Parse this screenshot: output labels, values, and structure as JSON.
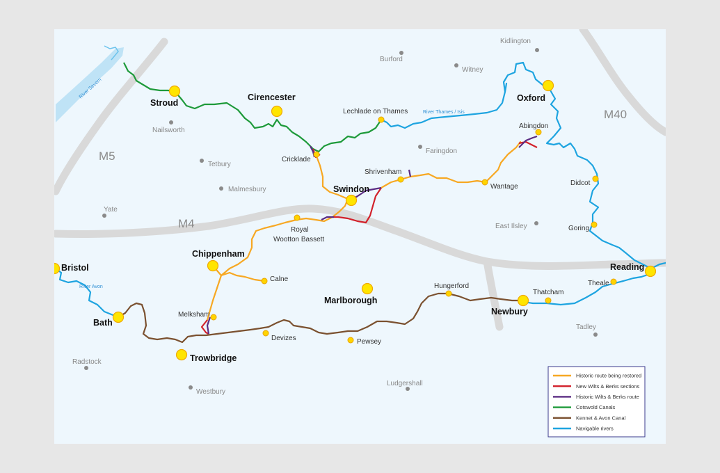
{
  "colors": {
    "historic_restored": "#f7a823",
    "new_wilts_berks": "#d2212b",
    "historic_wilts_berks": "#5b2c83",
    "cotswold": "#1e9a3a",
    "kennet_avon": "#7b5130",
    "rivers": "#1ea4e0",
    "motorways": "#d9d9d9",
    "town_major_fill": "#ffe500",
    "town_major_stroke": "#f0a800",
    "grey_dot": "#8a8a8a",
    "severn_fill": "#bfe3f6"
  },
  "motorways": {
    "m5": "M5",
    "m4": "M4",
    "m40": "M40"
  },
  "rivers": {
    "severn": "River Severn",
    "thames": "River Thames / Isis",
    "avon": "River Avon"
  },
  "major_towns": {
    "stroud": "Stroud",
    "cirencester": "Cirencester",
    "oxford": "Oxford",
    "swindon": "Swindon",
    "chippenham": "Chippenham",
    "bristol": "Bristol",
    "reading": "Reading",
    "bath": "Bath",
    "marlborough": "Marlborough",
    "newbury": "Newbury",
    "trowbridge": "Trowbridge"
  },
  "canal_towns": {
    "lechlade": "Lechlade on Thames",
    "abingdon": "Abingdon",
    "cricklade": "Cricklade",
    "shrivenham": "Shrivenham",
    "wantage": "Wantage",
    "didcot": "Didcot",
    "goring": "Goring",
    "royal": "Royal",
    "wootton_bassett": "Wootton Bassett",
    "calne": "Calne",
    "melksham": "Melksham",
    "devizes": "Devizes",
    "pewsey": "Pewsey",
    "hungerford": "Hungerford",
    "thatcham": "Thatcham",
    "theale": "Theale"
  },
  "other_places": {
    "kidlington": "Kidlington",
    "burford": "Burford",
    "witney": "Witney",
    "nailsworth": "Nailsworth",
    "faringdon": "Faringdon",
    "tetbury": "Tetbury",
    "malmesbury": "Malmesbury",
    "yate": "Yate",
    "east_ilsley": "East Ilsley",
    "tadley": "Tadley",
    "radstock": "Radstock",
    "ludgershall": "Ludgershall",
    "westbury": "Westbury"
  },
  "legend": [
    {
      "label": "Historic route being restored",
      "color": "#f7a823"
    },
    {
      "label": "New Wilts & Berks sections",
      "color": "#d2212b"
    },
    {
      "label": "Historic Wilts & Berks route",
      "color": "#5b2c83"
    },
    {
      "label": "Cotswold Canals",
      "color": "#1e9a3a"
    },
    {
      "label": "Kennet & Avon Canal",
      "color": "#7b5130"
    },
    {
      "label": "Navigable rivers",
      "color": "#1ea4e0"
    }
  ]
}
